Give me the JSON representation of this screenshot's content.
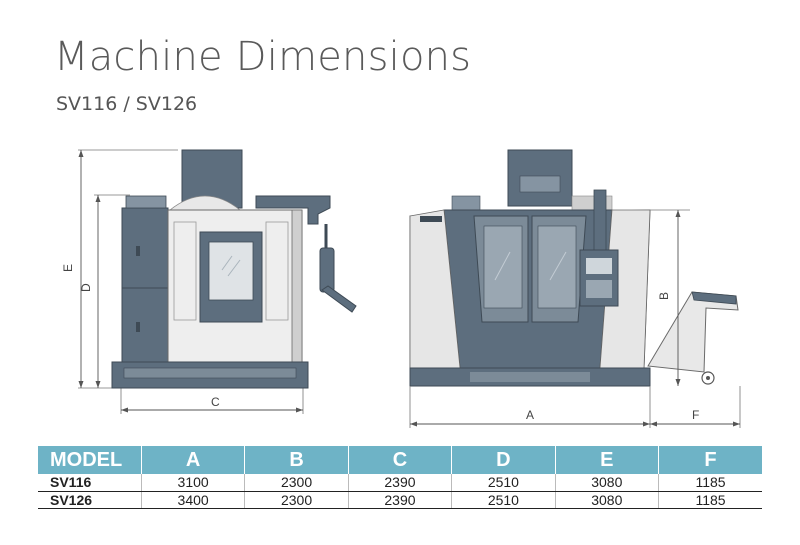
{
  "header": {
    "title": "Machine Dimensions",
    "subtitle": "SV116 / SV126"
  },
  "drawing_labels": {
    "side": {
      "E": "E",
      "D": "D",
      "C": "C"
    },
    "front": {
      "B": "B",
      "A": "A",
      "F": "F"
    }
  },
  "colors": {
    "machine_dark": "#5d6e7e",
    "machine_light": "#eeeeee",
    "table_header": "#6eb3c6",
    "dimension_line": "#555555"
  },
  "table": {
    "headers": [
      "MODEL",
      "A",
      "B",
      "C",
      "D",
      "E",
      "F"
    ],
    "rows": [
      [
        "SV116",
        "3100",
        "2300",
        "2390",
        "2510",
        "3080",
        "1185"
      ],
      [
        "SV126",
        "3400",
        "2300",
        "2390",
        "2510",
        "3080",
        "1185"
      ]
    ]
  }
}
